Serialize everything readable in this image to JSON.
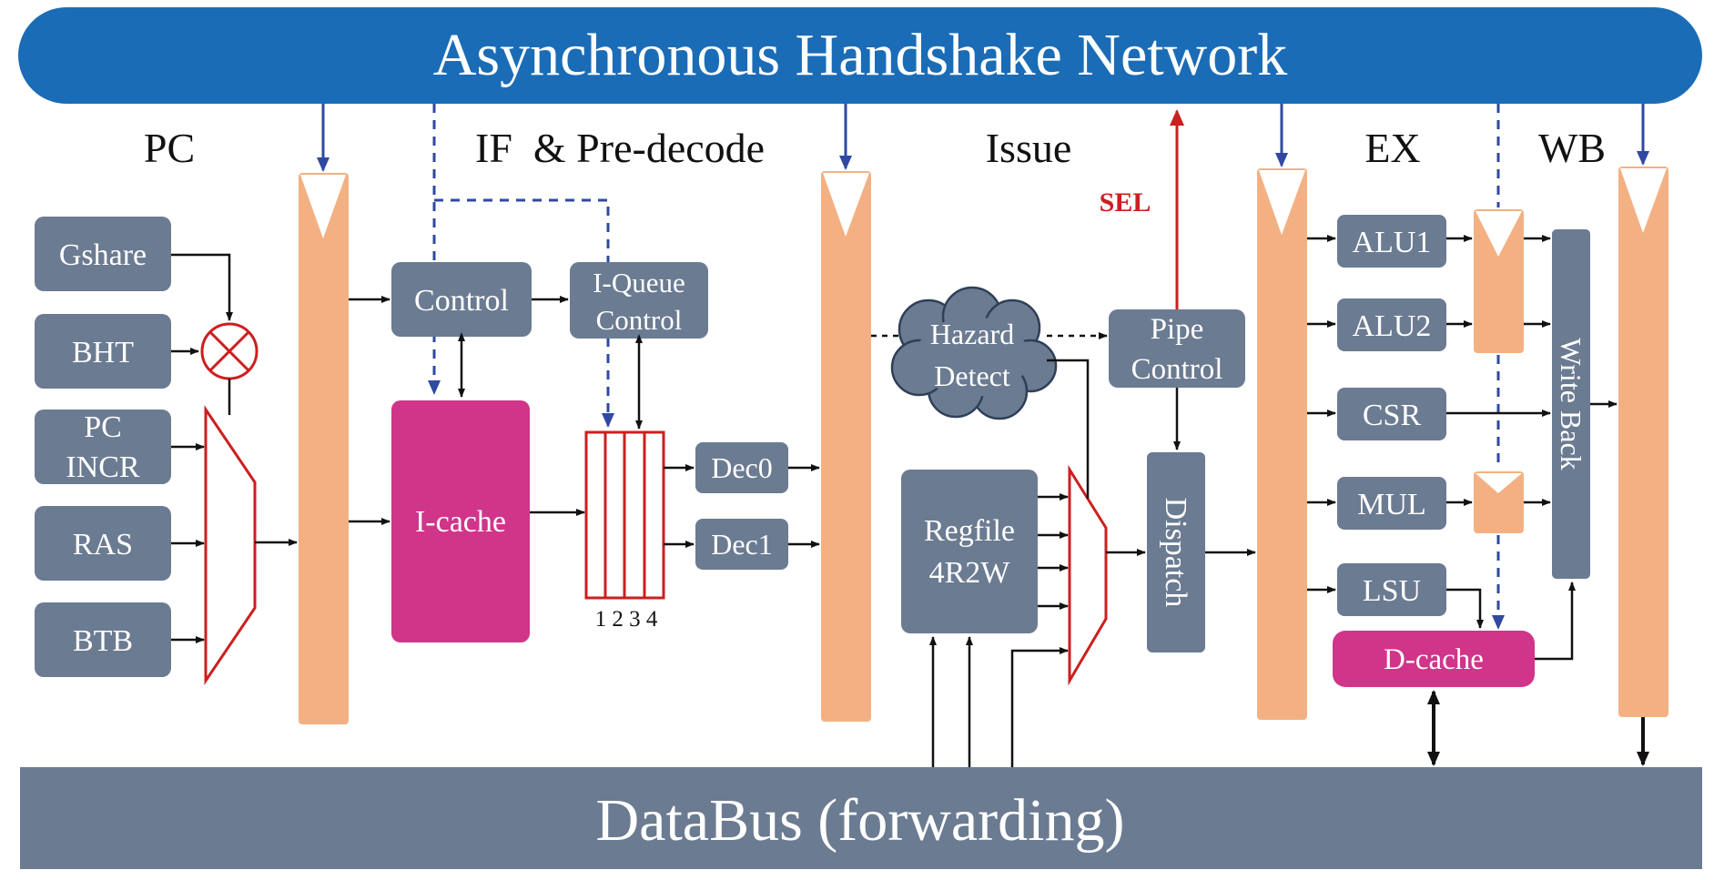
{
  "colors": {
    "network_blue": "#1b6cb6",
    "arrow_blue": "#2f49a2",
    "gray_block": "#6b7b91",
    "pipe_orange": "#f3b183",
    "magenta": "#d0358a",
    "red": "#cc1f1f",
    "black": "#111111",
    "white": "#ffffff"
  },
  "network": {
    "label": "Asynchronous Handshake Network"
  },
  "databus": {
    "label": "DataBus (forwarding)"
  },
  "stages": {
    "pc": "PC",
    "if": "IF  & Pre-decode",
    "issue": "Issue",
    "ex": "EX",
    "wb": "WB"
  },
  "pc_stage": {
    "gshare": "Gshare",
    "bht": "BHT",
    "pc_incr_line1": "PC",
    "pc_incr_line2": "INCR",
    "ras": "RAS",
    "btb": "BTB"
  },
  "if_stage": {
    "control": "Control",
    "iqueue_line1": "I-Queue",
    "iqueue_line2": "Control",
    "icache": "I-cache",
    "queue_slots": "1 2 3 4",
    "dec0": "Dec0",
    "dec1": "Dec1"
  },
  "issue_stage": {
    "hazard_line1": "Hazard",
    "hazard_line2": "Detect",
    "pipe_line1": "Pipe",
    "pipe_line2": "Control",
    "sel": "SEL",
    "regfile_line1": "Regfile",
    "regfile_line2": "4R2W",
    "dispatch": "Dispatch"
  },
  "ex_stage": {
    "alu1": "ALU1",
    "alu2": "ALU2",
    "csr": "CSR",
    "mul": "MUL",
    "lsu": "LSU",
    "dcache": "D-cache",
    "writeback": "Write Back"
  }
}
